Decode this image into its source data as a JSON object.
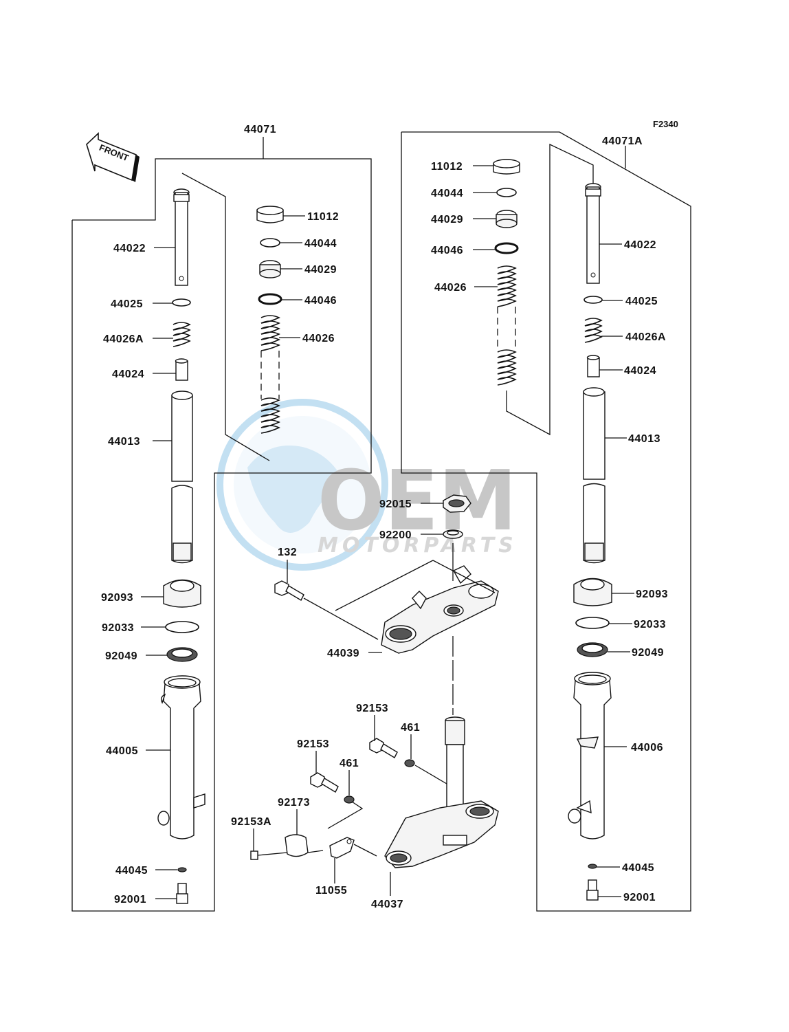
{
  "diagram_code": "F2340",
  "direction_arrow": "FRONT",
  "watermark": {
    "brand": "OEM",
    "sub": "MOTORPARTS"
  },
  "labels": {
    "l_44071": "44071",
    "l_44022": "44022",
    "l_44025": "44025",
    "l_44026A": "44026A",
    "l_44024": "44024",
    "l_44013": "44013",
    "l_92093": "92093",
    "l_92033": "92033",
    "l_92049": "92049",
    "l_44005": "44005",
    "l_44045": "44045",
    "l_92001": "92001",
    "l_11012": "11012",
    "l_44044": "44044",
    "l_44029": "44029",
    "l_44046": "44046",
    "l_44026": "44026",
    "r_44071A": "44071A",
    "r_11012": "11012",
    "r_44044": "44044",
    "r_44029": "44029",
    "r_44046": "44046",
    "r_44026": "44026",
    "r_44022": "44022",
    "r_44025": "44025",
    "r_44026A": "44026A",
    "r_44024": "44024",
    "r_44013": "44013",
    "r_92093": "92093",
    "r_92033": "92033",
    "r_92049": "92049",
    "r_44006": "44006",
    "r_44045": "44045",
    "r_92001": "92001",
    "c_92015": "92015",
    "c_92200": "92200",
    "c_132": "132",
    "c_44039": "44039",
    "c_92153a": "92153",
    "c_461a": "461",
    "c_92153b": "92153",
    "c_461b": "461",
    "c_92173": "92173",
    "c_92153A": "92153A",
    "c_11055": "11055",
    "c_44037": "44037"
  },
  "colors": {
    "line": "#111111",
    "watermark_blue": "#4aa0d8",
    "watermark_gray": "#c8c8c8"
  }
}
